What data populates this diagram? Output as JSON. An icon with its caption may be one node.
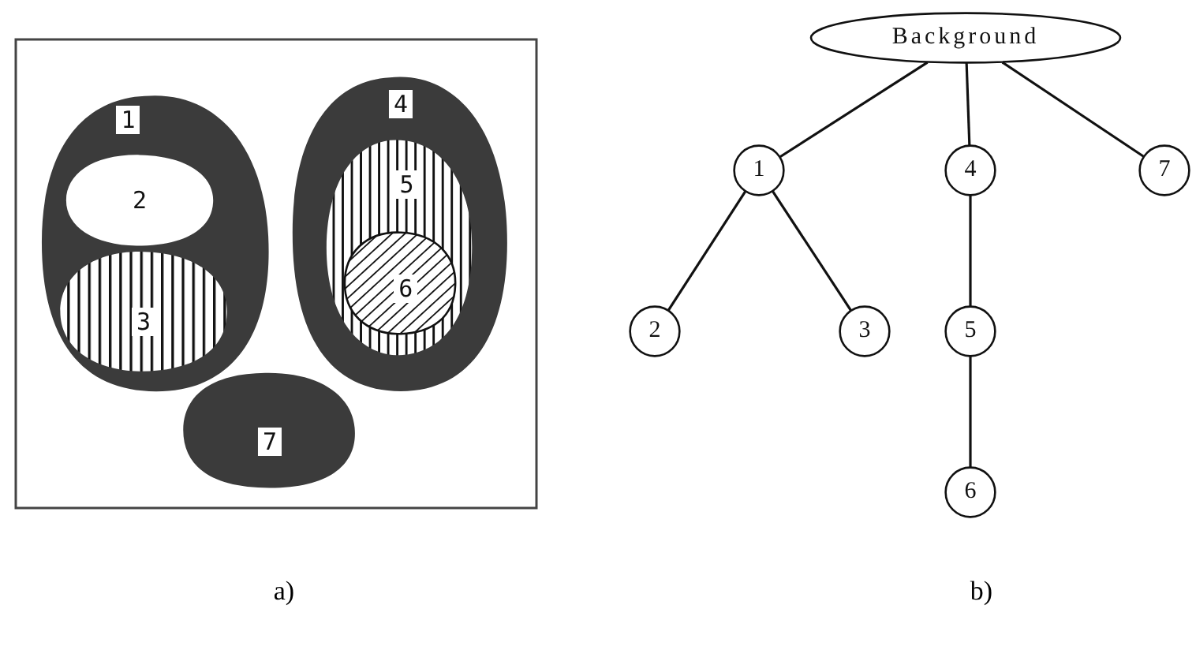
{
  "diagram": {
    "nodes": [
      {
        "text": [
          "1"
        ]
      },
      {
        "text": [
          "2"
        ],
        "in": 0
      },
      {
        "text": [
          "3"
        ],
        "in": 0
      },
      {
        "text": [
          "4"
        ]
      },
      {
        "text": [
          "5"
        ],
        "in": 3
      },
      {
        "text": [
          "6"
        ],
        "in": 4
      },
      {
        "text": [
          "7"
        ]
      },
      {
        "text": [
          "Background"
        ]
      },
      {
        "text": [
          "1"
        ]
      },
      {
        "text": [
          "4"
        ]
      },
      {
        "text": [
          "7"
        ]
      },
      {
        "text": [
          "2"
        ]
      },
      {
        "text": [
          "3"
        ]
      },
      {
        "text": [
          "5"
        ]
      },
      {
        "text": [
          "6"
        ]
      }
    ],
    "edges": [
      {
        "from": 7,
        "to": 8,
        "arrow": "none"
      },
      {
        "from": 7,
        "to": 9,
        "arrow": "none"
      },
      {
        "from": 7,
        "to": 10,
        "arrow": "none"
      },
      {
        "from": 8,
        "to": 11,
        "arrow": "none"
      },
      {
        "from": 8,
        "to": 12,
        "arrow": "none"
      },
      {
        "from": 9,
        "to": 13,
        "arrow": "none"
      },
      {
        "from": 13,
        "to": 14,
        "arrow": "none"
      }
    ],
    "labels": [
      "a)",
      "b)"
    ]
  }
}
